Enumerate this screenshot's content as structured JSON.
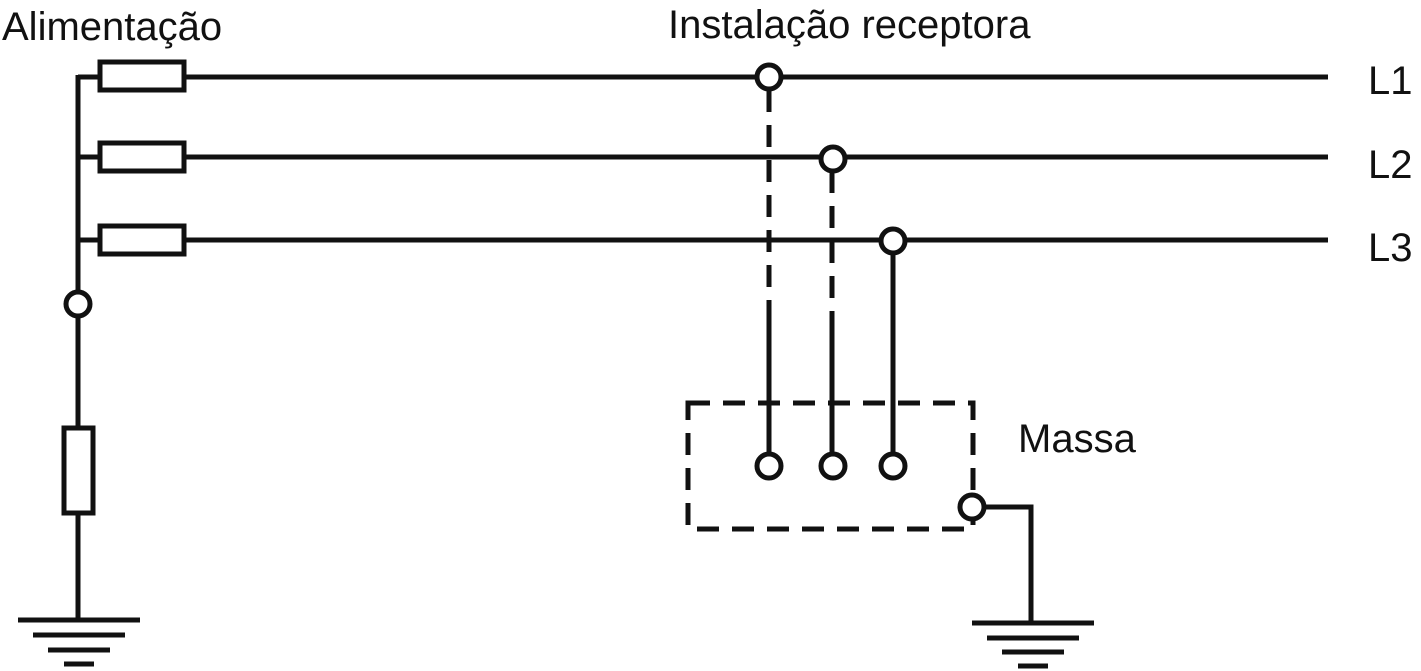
{
  "labels": {
    "supply": "Alimentação",
    "installation": "Instalação receptora",
    "l1": "L1",
    "l2": "L2",
    "l3": "L3",
    "mass": "Massa"
  },
  "colors": {
    "stroke": "#111111",
    "background": "#ffffff"
  }
}
